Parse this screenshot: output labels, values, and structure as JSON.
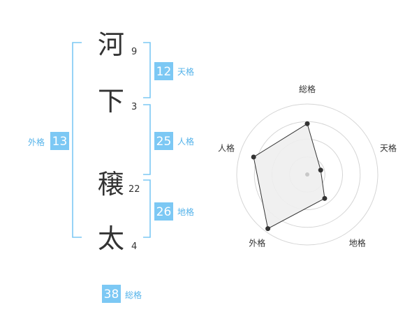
{
  "colors": {
    "accent": "#7cc8f4",
    "accent_text": "#55b3ea",
    "text": "#333333",
    "grid": "#d5d5d5",
    "radar_fill": "#eeeeee"
  },
  "name": {
    "characters": [
      {
        "char": "河",
        "strokes": "9"
      },
      {
        "char": "下",
        "strokes": "3"
      },
      {
        "char": "穣",
        "strokes": "22"
      },
      {
        "char": "太",
        "strokes": "4"
      }
    ]
  },
  "fortunes": {
    "tenkaku": {
      "value": "12",
      "label": "天格"
    },
    "jinkaku": {
      "value": "25",
      "label": "人格"
    },
    "chikaku": {
      "value": "26",
      "label": "地格"
    },
    "gaikaku": {
      "value": "13",
      "label": "外格"
    },
    "soukaku": {
      "value": "38",
      "label": "総格"
    }
  },
  "chart_data": {
    "type": "radar",
    "axes": [
      "総格",
      "天格",
      "地格",
      "外格",
      "人格"
    ],
    "values": [
      0.72,
      0.2,
      0.42,
      0.95,
      0.8
    ],
    "range": [
      0,
      1
    ],
    "rings": 4,
    "grid": true
  }
}
